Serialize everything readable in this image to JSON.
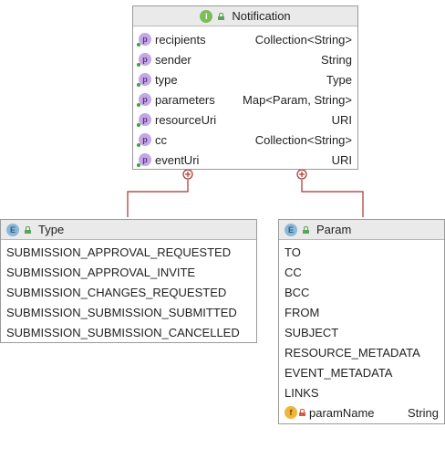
{
  "notification": {
    "title": "Notification",
    "icon": "I",
    "fields": [
      {
        "name": "recipients",
        "type": "Collection<String>"
      },
      {
        "name": "sender",
        "type": "String"
      },
      {
        "name": "type",
        "type": "Type"
      },
      {
        "name": "parameters",
        "type": "Map<Param, String>"
      },
      {
        "name": "resourceUri",
        "type": "URI"
      },
      {
        "name": "cc",
        "type": "Collection<String>"
      },
      {
        "name": "eventUri",
        "type": "URI"
      }
    ]
  },
  "type_enum": {
    "title": "Type",
    "icon": "E",
    "values": [
      "SUBMISSION_APPROVAL_REQUESTED",
      "SUBMISSION_APPROVAL_INVITE",
      "SUBMISSION_CHANGES_REQUESTED",
      "SUBMISSION_SUBMISSION_SUBMITTED",
      "SUBMISSION_SUBMISSION_CANCELLED"
    ]
  },
  "param_enum": {
    "title": "Param",
    "icon": "E",
    "values": [
      "TO",
      "CC",
      "BCC",
      "FROM",
      "SUBJECT",
      "RESOURCE_METADATA",
      "EVENT_METADATA",
      "LINKS"
    ],
    "field": {
      "icon": "f",
      "name": "paramName",
      "type": "String"
    }
  },
  "colors": {
    "connector": "#a83232",
    "interface_badge": "#7bbd57",
    "enum_badge": "#8ab8d9",
    "property_badge": "#c5a7e6",
    "field_badge": "#f0b63c"
  },
  "badge_letter": "p"
}
